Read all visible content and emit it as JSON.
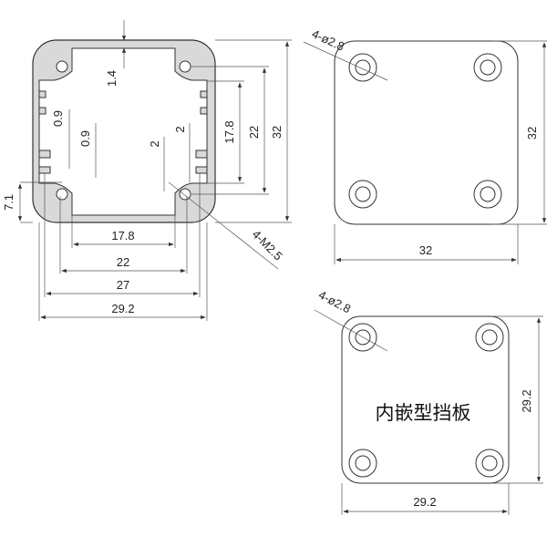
{
  "profile": {
    "dims": {
      "wall_top": "1.4",
      "slot_a": "0.9",
      "slot_b": "0.9",
      "gap_a": "2",
      "gap_b": "2",
      "inner_height": "17.8",
      "hole_pitch_v": "22",
      "outer_height": "32",
      "hole_offset": "7.1",
      "inner_width": "17.8",
      "hole_pitch_h": "22",
      "slot_width": "27",
      "outer_width": "29.2",
      "thread_callout": "4-M2.5"
    }
  },
  "end_plate": {
    "hole_callout": "4-ø2.8",
    "height": "32",
    "width": "32"
  },
  "inset_plate": {
    "hole_callout": "4-ø2.8",
    "label": "内嵌型挡板",
    "height": "29.2",
    "width": "29.2"
  },
  "colors": {
    "profile_fill": "#d9d9d9",
    "line": "#333333"
  }
}
